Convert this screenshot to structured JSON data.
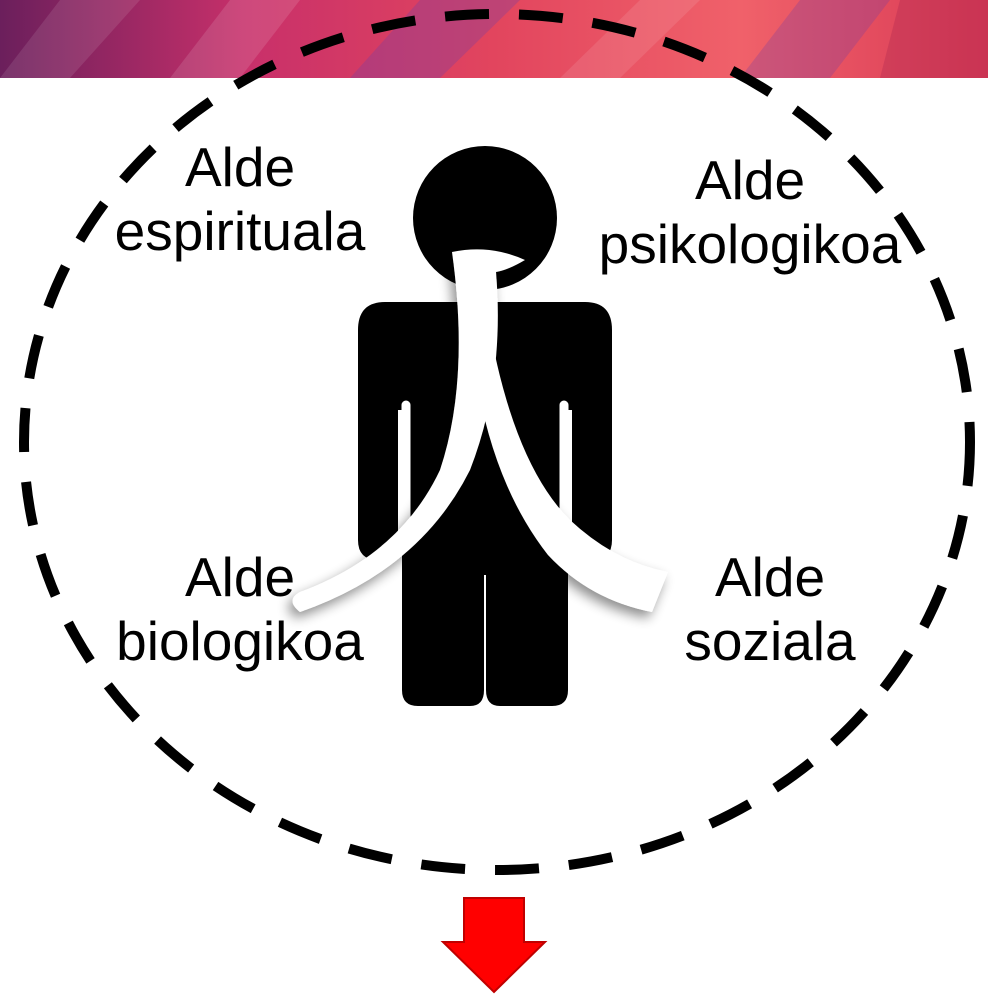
{
  "banner": {
    "colors": [
      "#6b1f5c",
      "#c8306a",
      "#e2455e",
      "#f0616a",
      "#7a3fa0",
      "#d93a55"
    ]
  },
  "boundary": {
    "style": "dashed-ellipse",
    "color": "#000000"
  },
  "figure": {
    "icon": "person-icon",
    "body_color": "#000000",
    "glyph": "人",
    "glyph_color": "#ffffff"
  },
  "aspects": {
    "spiritual": {
      "line1": "Alde",
      "line2": "espirituala"
    },
    "psychological": {
      "line1": "Alde",
      "line2": "psikologikoa"
    },
    "biological": {
      "line1": "Alde",
      "line2": "biologikoa"
    },
    "social": {
      "line1": "Alde",
      "line2": "soziala"
    }
  },
  "arrow": {
    "icon": "arrow-down-icon",
    "fill": "#ff0000",
    "stroke": "#c00000"
  }
}
